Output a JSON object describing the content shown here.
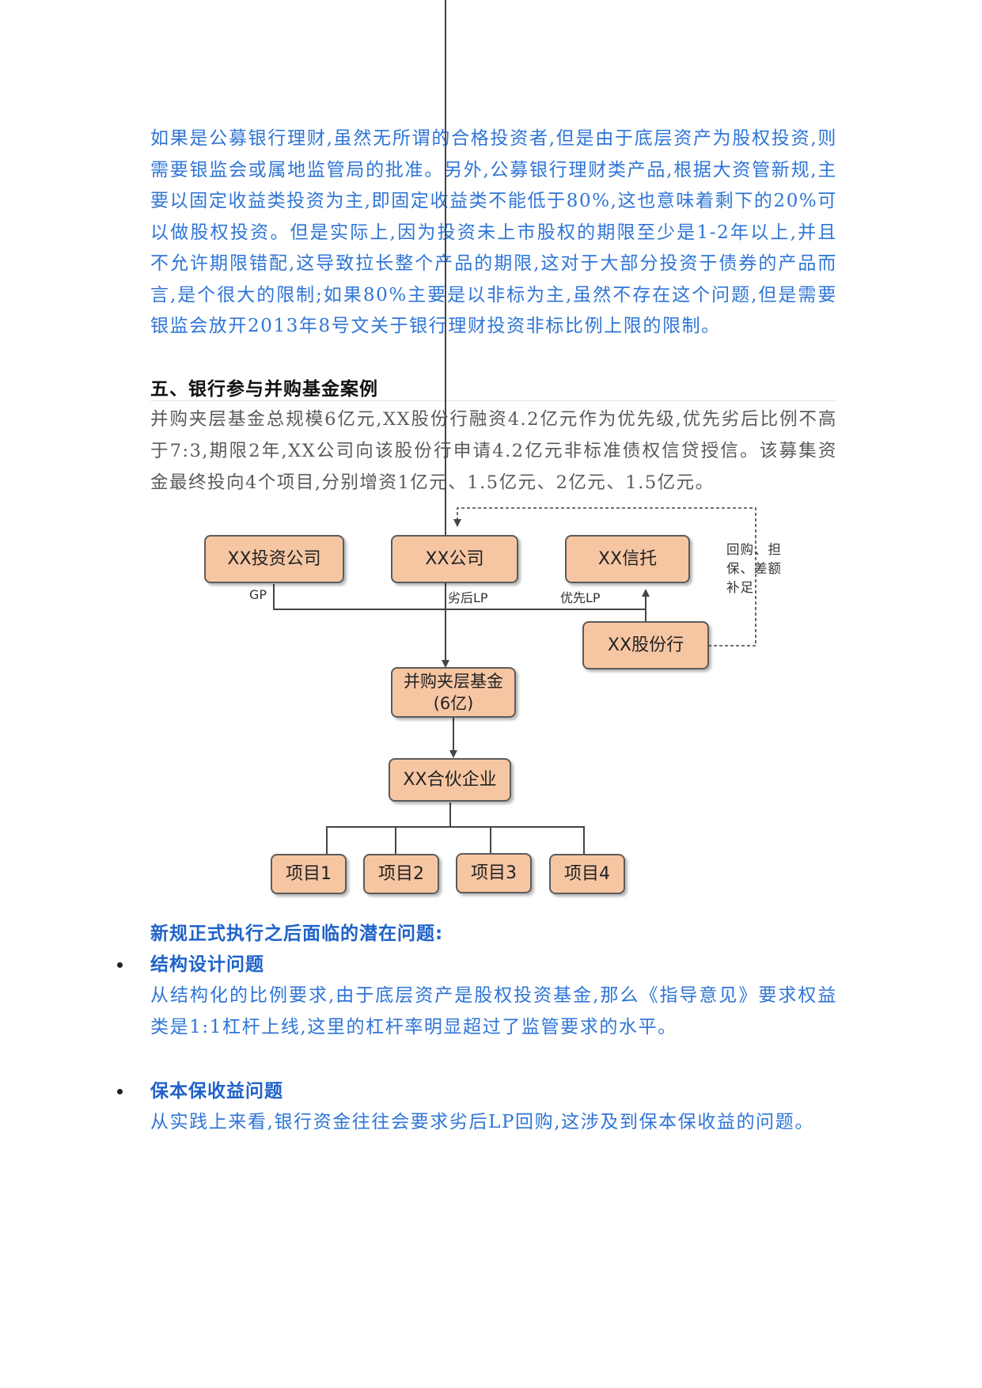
{
  "section_intro": {
    "paragraph": "如果是公募银行理财,虽然无所谓的合格投资者,但是由于底层资产为股权投资,则需要银监会或属地监管局的批准。另外,公募银行理财类产品,根据大资管新规,主要以固定收益类投资为主,即固定收益类不能低于80%,这也意味着剩下的20%可以做股权投资。但是实际上,因为投资未上市股权的期限至少是1-2年以上,并且不允许期限错配,这导致拉长整个产品的期限,这对于大部分投资于债券的产品而言,是个很大的限制;如果80%主要是以非标为主,虽然不存在这个问题,但是需要银监会放开2013年8号文关于银行理财投资非标比例上限的限制。"
  },
  "section5": {
    "heading": "五、银行参与并购基金案例",
    "paragraph": "并购夹层基金总规模6亿元,XX股份行融资4.2亿元作为优先级,优先劣后比例不高于7:3,期限2年,XX公司向该股份行申请4.2亿元非标准债权信贷授信。该募集资金最终投向4个项目,分别增资1亿元、1.5亿元、2亿元、1.5亿元。"
  },
  "diagram": {
    "nodes": {
      "investment_company": "XX投资公司",
      "company": "XX公司",
      "trust": "XX信托",
      "bank": "XX股份行",
      "fund": "并购夹层基金(6亿)",
      "partnership": "XX合伙企业",
      "project1": "项目1",
      "project2": "项目2",
      "project3": "项目3",
      "project4": "项目4"
    },
    "edge_labels": {
      "gp": "GP",
      "junior_lp": "劣后LP",
      "senior_lp": "优先LP"
    },
    "guarantee_note": "回购、担保、差额补足",
    "colors": {
      "box_fill": "#f6c6a3",
      "box_border": "#5b5b5b",
      "line": "#444444"
    }
  },
  "issues": {
    "heading": "新规正式执行之后面临的潜在问题:",
    "items": [
      {
        "title": "结构设计问题",
        "body": "从结构化的比例要求,由于底层资产是股权投资基金,那么《指导意见》要求权益类是1:1杠杆上线,这里的杠杆率明显超过了监管要求的水平。"
      },
      {
        "title": "保本保收益问题",
        "body": "从实践上来看,银行资金往往会要求劣后LP回购,这涉及到保本保收益的问题。"
      }
    ]
  }
}
